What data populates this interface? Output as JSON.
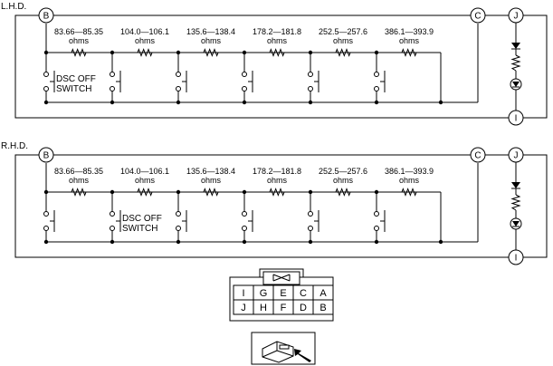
{
  "sections": [
    {
      "label": "L.H.D.",
      "switch_label_lines": [
        "DSC OFF",
        "SWITCH"
      ],
      "switch_position": 0,
      "resistors": [
        {
          "min": "83.66",
          "max": "85.35",
          "unit": "ohms"
        },
        {
          "min": "104.0",
          "max": "106.1",
          "unit": "ohms"
        },
        {
          "min": "135.6",
          "max": "138.4",
          "unit": "ohms"
        },
        {
          "min": "178.2",
          "max": "181.8",
          "unit": "ohms"
        },
        {
          "min": "252.5",
          "max": "257.6",
          "unit": "ohms"
        },
        {
          "min": "386.1",
          "max": "393.9",
          "unit": "ohms"
        }
      ],
      "nodes": {
        "left": "B",
        "right": "C",
        "top_right": "J",
        "bottom_right": "I"
      }
    },
    {
      "label": "R.H.D.",
      "switch_label_lines": [
        "DSC OFF",
        "SWITCH"
      ],
      "switch_position": 1,
      "resistors": [
        {
          "min": "83.66",
          "max": "85.35",
          "unit": "ohms"
        },
        {
          "min": "104.0",
          "max": "106.1",
          "unit": "ohms"
        },
        {
          "min": "135.6",
          "max": "138.4",
          "unit": "ohms"
        },
        {
          "min": "178.2",
          "max": "181.8",
          "unit": "ohms"
        },
        {
          "min": "252.5",
          "max": "257.6",
          "unit": "ohms"
        },
        {
          "min": "386.1",
          "max": "393.9",
          "unit": "ohms"
        }
      ],
      "nodes": {
        "left": "B",
        "right": "C",
        "top_right": "J",
        "bottom_right": "I"
      }
    }
  ],
  "connector": {
    "top_row": [
      "I",
      "G",
      "E",
      "C",
      "A"
    ],
    "bottom_row": [
      "J",
      "H",
      "F",
      "D",
      "B"
    ]
  },
  "icons": [
    "connector-latch-icon",
    "connector-view-arrow-icon"
  ]
}
